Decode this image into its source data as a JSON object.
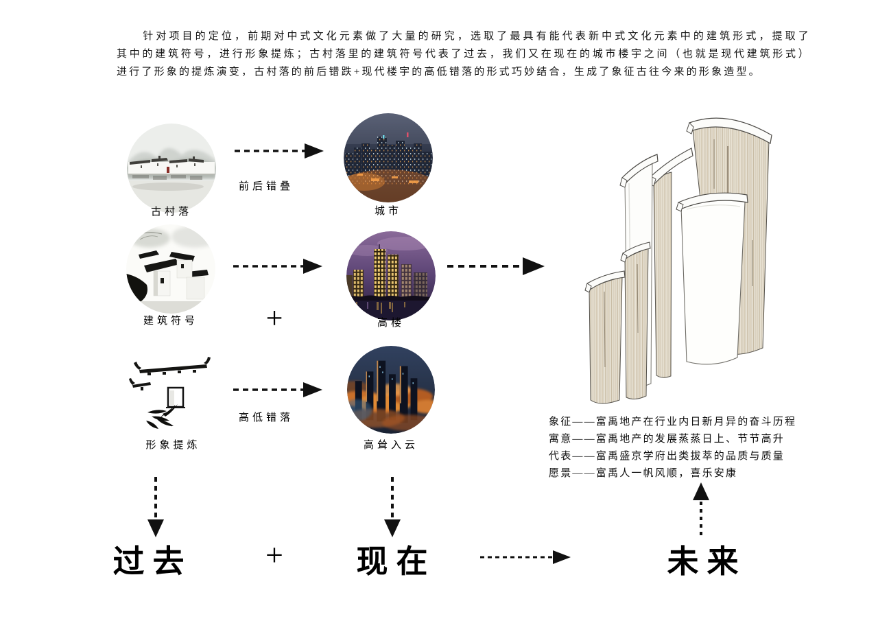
{
  "intro": {
    "lines": [
      "　　针对项目的定位，前期对中式文化元素做了大量的研究，选取了最具有能代表新中式文化元素中的建筑形式，提取了",
      "其中的建筑符号，进行形象提炼；古村落里的建筑符号代表了过去，我们又在现在的城市楼宇之间（也就是现代建筑形式）",
      "进行了形象的提炼演变，古村落的前后错跌+现代楼宇的高低错落的形式巧妙结合，生成了象征古往今来的形象造型。"
    ]
  },
  "flow": {
    "row1": {
      "source_label": "古村落",
      "arrow_label": "前后错叠",
      "target_label": "城市"
    },
    "row2": {
      "source_label": "建筑符号",
      "operator": "+",
      "target_label": "高楼"
    },
    "row3": {
      "source_label": "形象提炼",
      "arrow_label": "高低错落",
      "target_label": "高耸入云"
    }
  },
  "annotations": {
    "line1": "象征——富禹地产在行业内日新月异的奋斗历程",
    "line2": "寓意——富禹地产的发展蒸蒸日上、节节高升",
    "line3": "代表——富禹盛京学府出类拔萃的品质与质量",
    "line4": "愿景——富禹人一帆风顺，喜乐安康"
  },
  "timeline": {
    "past_label": "过去",
    "plus_label": "+",
    "present_label": "现在",
    "future_label": "未来"
  },
  "icons": {
    "arrow_right": "dashed-arrow-right",
    "arrow_down": "dashed-arrow-down",
    "arrow_up": "dashed-arrow-up"
  },
  "colors": {
    "text": "#111111",
    "arrow": "#111111",
    "wood_panel": "#e9e3d5",
    "night_sky": "#2e3547",
    "warm_light": "#e08432",
    "highrise_sky": "#5a4374"
  }
}
